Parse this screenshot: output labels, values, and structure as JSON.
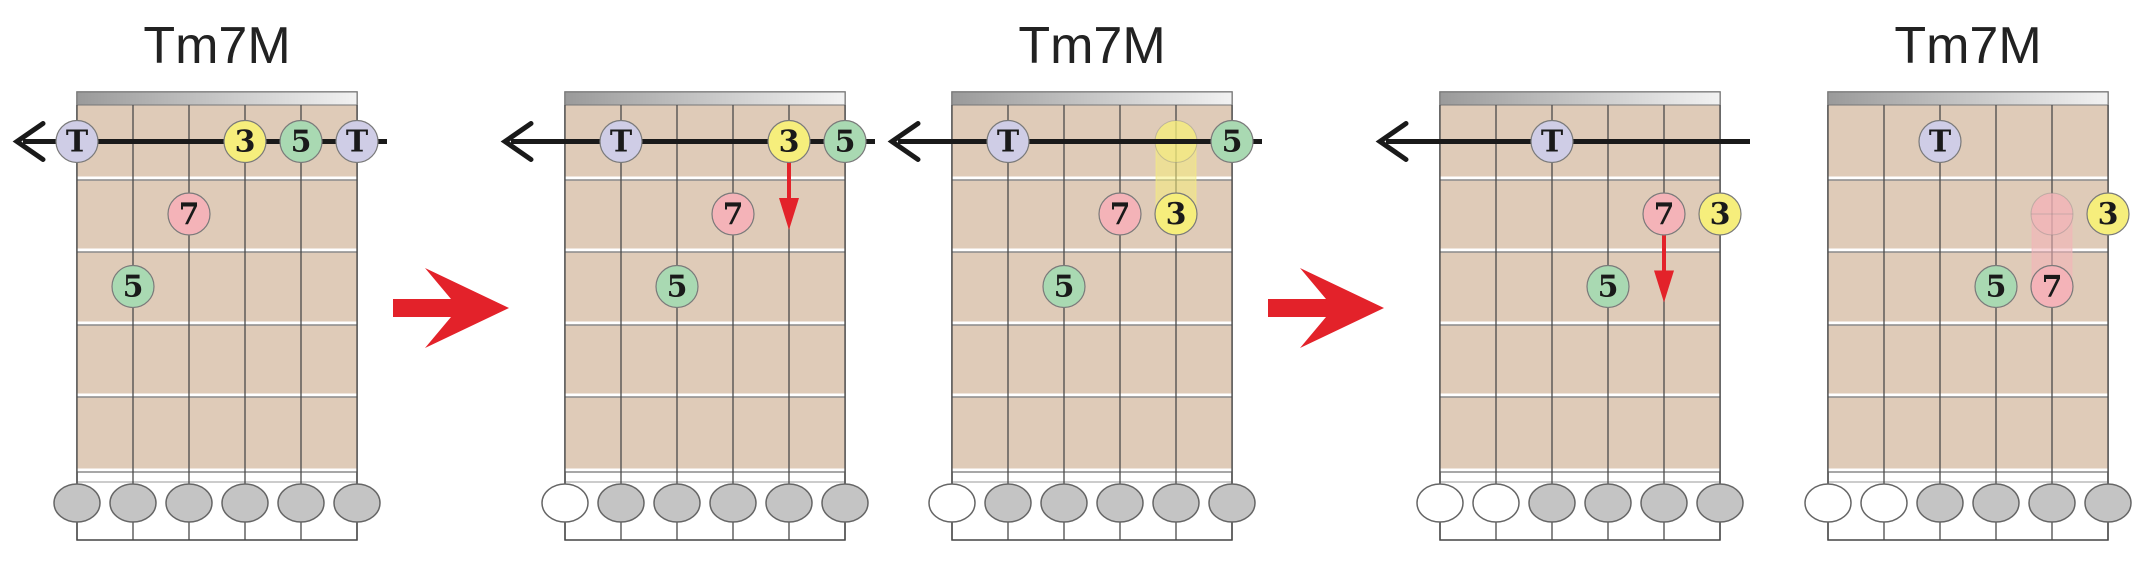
{
  "colors": {
    "fretboard": "#dfcbb8",
    "fret_line": "#8a8a8a",
    "string_line": "#4a4a4a",
    "nut": "#b0b0b0",
    "tonic": "#cfcde6",
    "third": "#f6ee7c",
    "fifth": "#a9d9b2",
    "seventh": "#f4b3b8",
    "arrow_red": "#e3222a",
    "slide_line": "#1a1a1a",
    "muted": "#c4c4c4",
    "open": "#ffffff"
  },
  "diagrams": [
    {
      "title": "Tm7M",
      "open_strings": [
        false,
        false,
        false,
        false,
        false,
        false
      ],
      "slide_line": {
        "from_string": 1,
        "to_string": 6,
        "fret": 2,
        "arrow_left": true
      },
      "notes": [
        {
          "label": "T",
          "role": "tonic",
          "string": 1,
          "fret": 2
        },
        {
          "label": "3",
          "role": "third",
          "string": 4,
          "fret": 2
        },
        {
          "label": "5",
          "role": "fifth",
          "string": 5,
          "fret": 2
        },
        {
          "label": "T",
          "role": "tonic",
          "string": 6,
          "fret": 2
        },
        {
          "label": "7",
          "role": "seventh",
          "string": 3,
          "fret": 3
        },
        {
          "label": "5",
          "role": "fifth",
          "string": 2,
          "fret": 4
        }
      ],
      "down_arrows": [],
      "highlights": []
    },
    {
      "title": "",
      "open_strings": [
        true,
        false,
        false,
        false,
        false,
        false
      ],
      "slide_line": {
        "from_string": 2,
        "to_string": 6,
        "fret": 2,
        "arrow_left": true
      },
      "notes": [
        {
          "label": "T",
          "role": "tonic",
          "string": 2,
          "fret": 2
        },
        {
          "label": "3",
          "role": "third",
          "string": 5,
          "fret": 2
        },
        {
          "label": "5",
          "role": "fifth",
          "string": 6,
          "fret": 2
        },
        {
          "label": "7",
          "role": "seventh",
          "string": 4,
          "fret": 3
        },
        {
          "label": "5",
          "role": "fifth",
          "string": 3,
          "fret": 4
        }
      ],
      "down_arrows": [
        {
          "string": 5,
          "from_fret": 2,
          "to_fret": 3
        }
      ],
      "highlights": []
    },
    {
      "title": "Tm7M",
      "open_strings": [
        true,
        false,
        false,
        false,
        false,
        false
      ],
      "slide_line": {
        "from_string": 2,
        "to_string": 6,
        "fret": 2,
        "arrow_left": true
      },
      "notes": [
        {
          "label": "T",
          "role": "tonic",
          "string": 2,
          "fret": 2
        },
        {
          "label": "5",
          "role": "fifth",
          "string": 6,
          "fret": 2
        },
        {
          "label": "7",
          "role": "seventh",
          "string": 4,
          "fret": 3
        },
        {
          "label": "3",
          "role": "third",
          "string": 5,
          "fret": 3
        },
        {
          "label": "5",
          "role": "fifth",
          "string": 3,
          "fret": 4
        }
      ],
      "down_arrows": [],
      "highlights": [
        {
          "string": 5,
          "from_fret": 2,
          "to_fret": 3,
          "role": "third"
        }
      ]
    },
    {
      "title": "",
      "open_strings": [
        true,
        true,
        false,
        false,
        false,
        false
      ],
      "slide_line": {
        "from_string": 3,
        "to_string": 6,
        "fret": 2,
        "arrow_left": true
      },
      "notes": [
        {
          "label": "T",
          "role": "tonic",
          "string": 3,
          "fret": 2
        },
        {
          "label": "7",
          "role": "seventh",
          "string": 5,
          "fret": 3
        },
        {
          "label": "3",
          "role": "third",
          "string": 6,
          "fret": 3
        },
        {
          "label": "5",
          "role": "fifth",
          "string": 4,
          "fret": 4
        }
      ],
      "down_arrows": [
        {
          "string": 5,
          "from_fret": 3,
          "to_fret": 4
        }
      ],
      "highlights": []
    },
    {
      "title": "Tm7M",
      "open_strings": [
        true,
        true,
        false,
        false,
        false,
        false
      ],
      "slide_line": null,
      "notes": [
        {
          "label": "T",
          "role": "tonic",
          "string": 3,
          "fret": 2
        },
        {
          "label": "3",
          "role": "third",
          "string": 6,
          "fret": 3
        },
        {
          "label": "5",
          "role": "fifth",
          "string": 4,
          "fret": 4
        },
        {
          "label": "7",
          "role": "seventh",
          "string": 5,
          "fret": 4
        }
      ],
      "down_arrows": [],
      "highlights": [
        {
          "string": 5,
          "from_fret": 3,
          "to_fret": 4,
          "role": "seventh"
        }
      ]
    }
  ],
  "transitions": [
    {
      "between": [
        1,
        2
      ],
      "icon": "red-right-arrow-icon"
    },
    {
      "between": [
        3,
        4
      ],
      "icon": "red-right-arrow-icon"
    }
  ]
}
